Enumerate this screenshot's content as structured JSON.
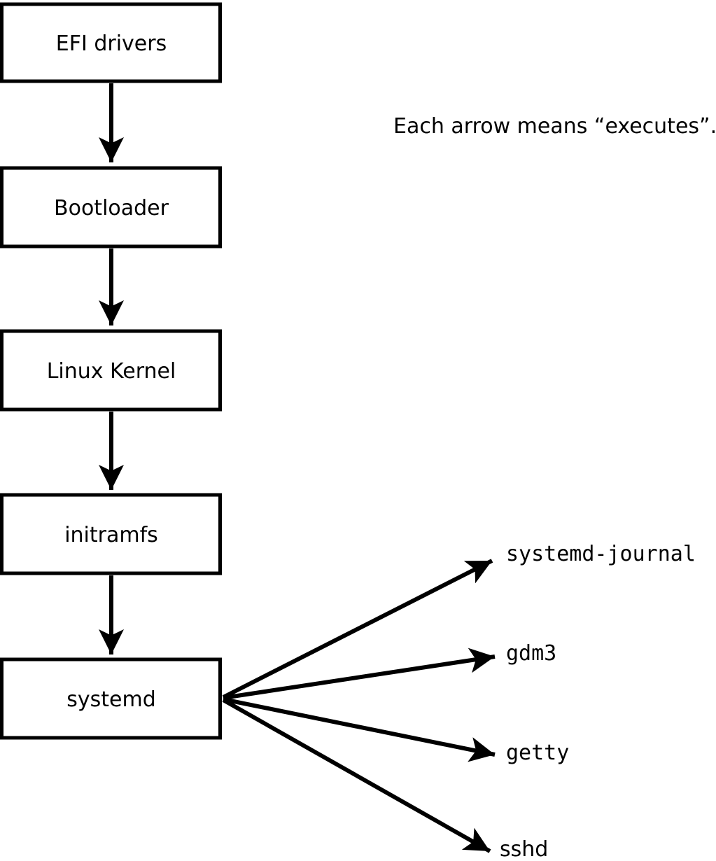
{
  "diagram": {
    "caption": "Each arrow means “executes”.",
    "arrow_meaning": "executes",
    "boxes": [
      {
        "id": "efi-drivers",
        "label": "EFI drivers"
      },
      {
        "id": "bootloader",
        "label": "Bootloader"
      },
      {
        "id": "linux-kernel",
        "label": "Linux Kernel"
      },
      {
        "id": "initramfs",
        "label": "initramfs"
      },
      {
        "id": "systemd",
        "label": "systemd"
      }
    ],
    "targets": [
      {
        "id": "systemd-journal",
        "label": "systemd-journal"
      },
      {
        "id": "gdm3",
        "label": "gdm3"
      },
      {
        "id": "getty",
        "label": "getty"
      },
      {
        "id": "sshd",
        "label": "sshd"
      }
    ],
    "edges": [
      {
        "from": "EFI drivers",
        "to": "Bootloader"
      },
      {
        "from": "Bootloader",
        "to": "Linux Kernel"
      },
      {
        "from": "Linux Kernel",
        "to": "initramfs"
      },
      {
        "from": "initramfs",
        "to": "systemd"
      },
      {
        "from": "systemd",
        "to": "systemd-journal"
      },
      {
        "from": "systemd",
        "to": "gdm3"
      },
      {
        "from": "systemd",
        "to": "getty"
      },
      {
        "from": "systemd",
        "to": "sshd"
      }
    ],
    "colors": {
      "stroke": "#000000",
      "box_fill": "#ffffff",
      "text": "#000000",
      "background": "#ffffff"
    }
  }
}
